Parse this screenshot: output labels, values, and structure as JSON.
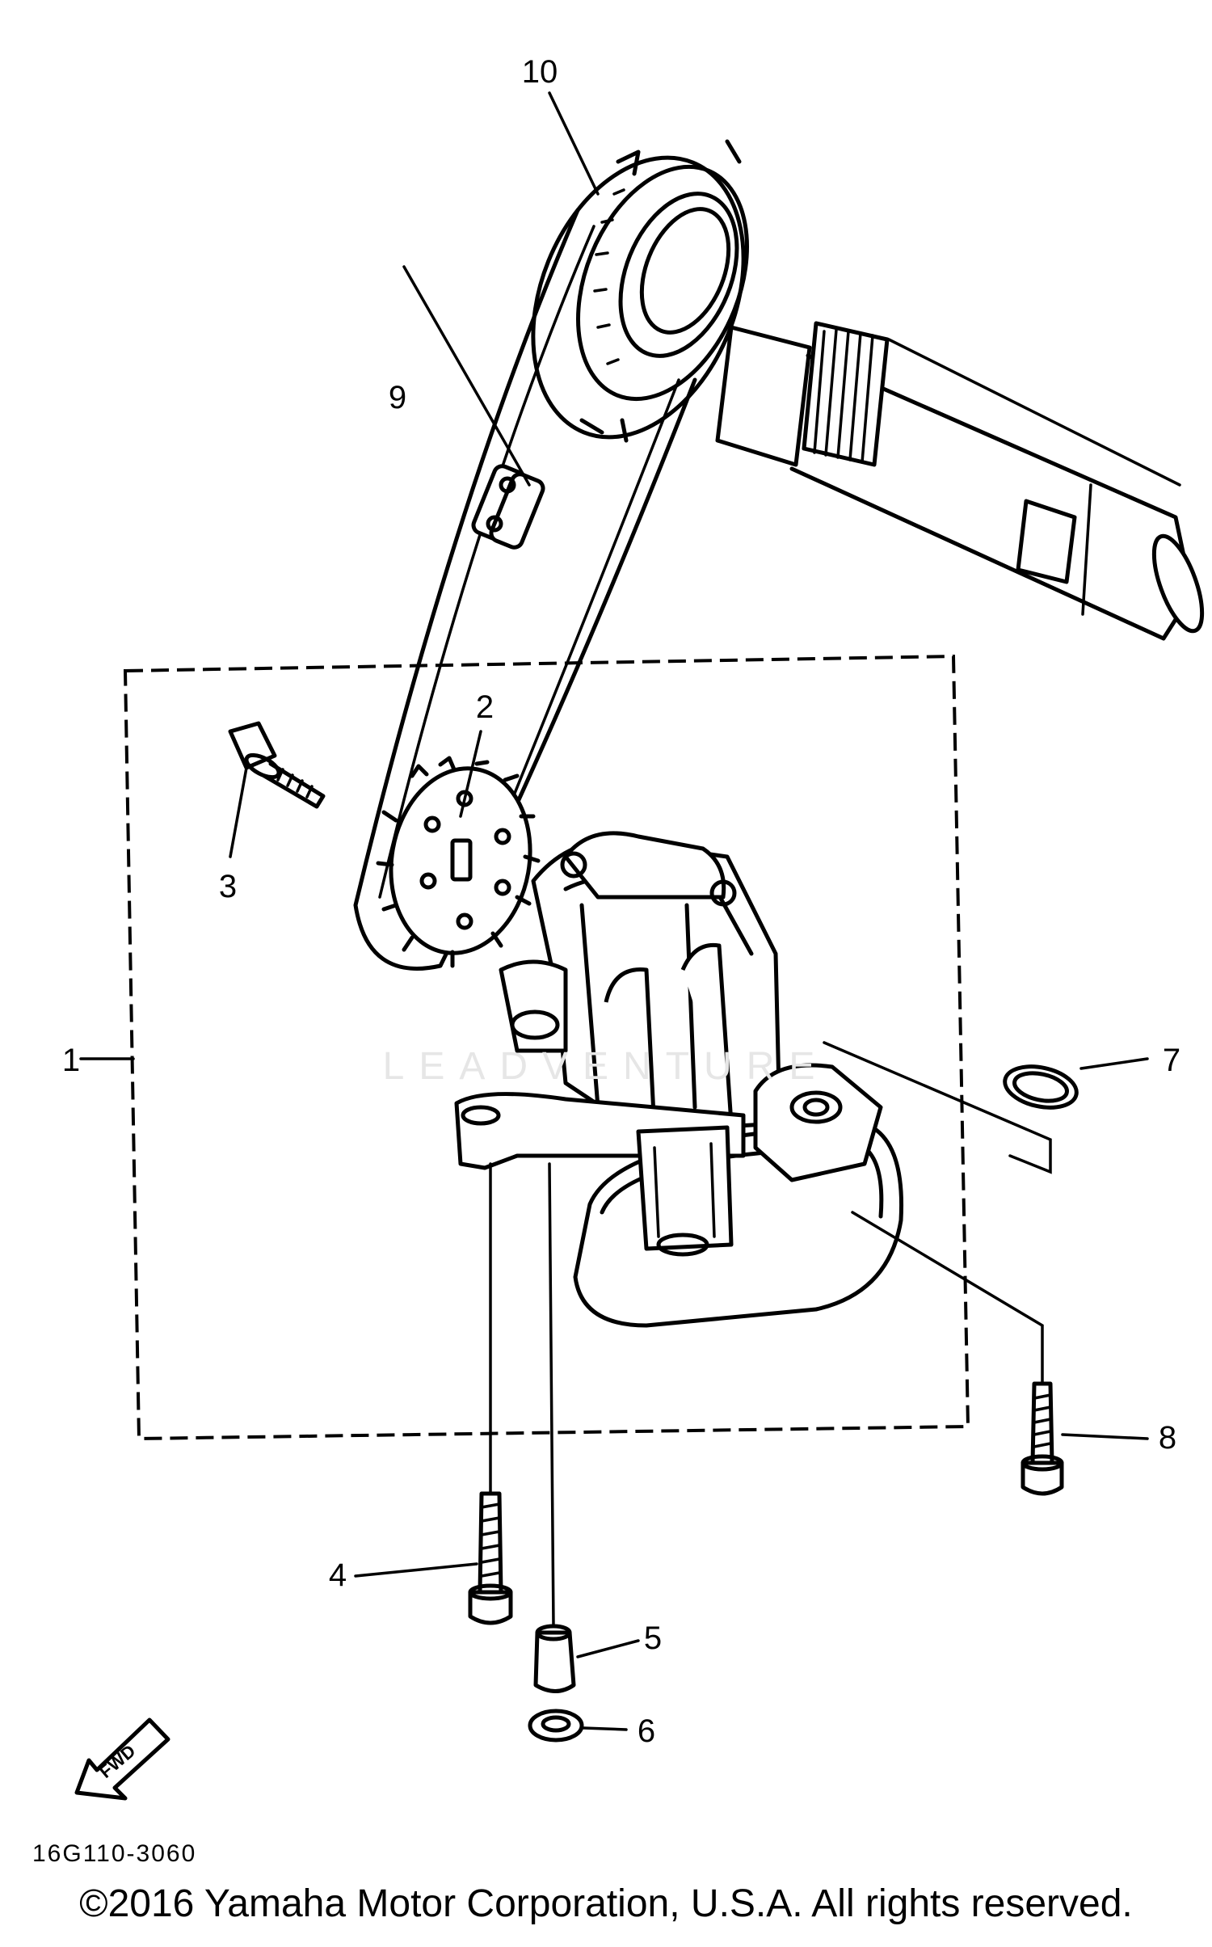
{
  "diagram": {
    "callouts": [
      {
        "id": "1",
        "label": "1"
      },
      {
        "id": "2",
        "label": "2"
      },
      {
        "id": "3",
        "label": "3"
      },
      {
        "id": "4",
        "label": "4"
      },
      {
        "id": "5",
        "label": "5"
      },
      {
        "id": "6",
        "label": "6"
      },
      {
        "id": "7",
        "label": "7"
      },
      {
        "id": "8",
        "label": "8"
      },
      {
        "id": "9",
        "label": "9"
      },
      {
        "id": "10",
        "label": "10"
      }
    ],
    "fwd_label": "FWD",
    "figure_code": "16G110-3060",
    "watermark": "LEADVENTURE",
    "copyright": "©2016 Yamaha Motor Corporation, U.S.A. All rights reserved."
  }
}
